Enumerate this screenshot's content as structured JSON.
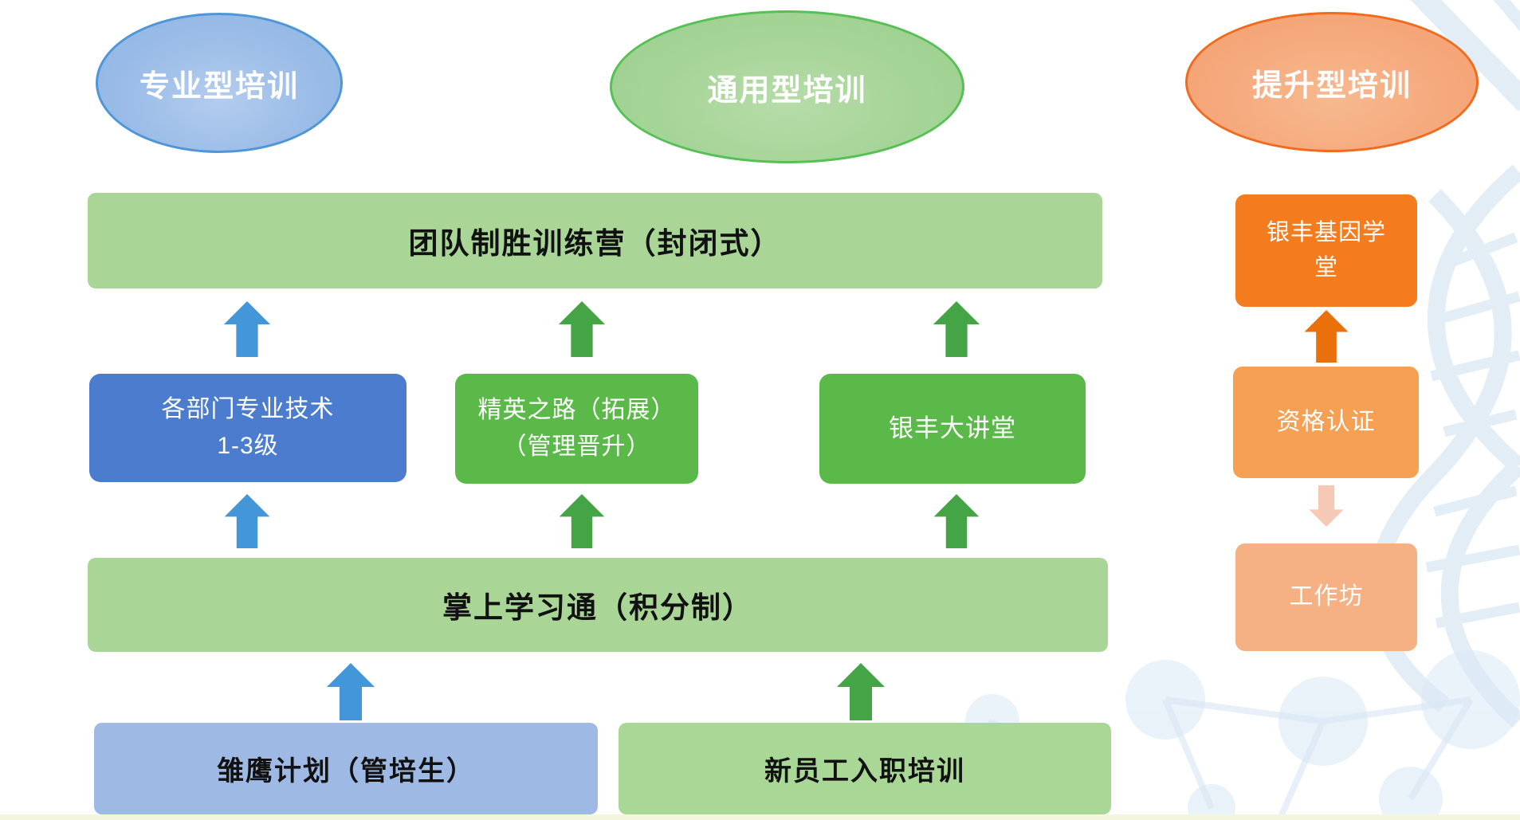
{
  "diagram": {
    "ellipses": [
      {
        "label": "专业型培训"
      },
      {
        "label": "通用型培训"
      },
      {
        "label": "提升型培训"
      }
    ],
    "bars": {
      "team_camp": "团队制胜训练营（封闭式）",
      "mobile_learning": "掌上学习通（积分制）"
    },
    "mid_boxes": {
      "dept_tech": {
        "line1": "各部门专业技术",
        "line2": "1-3级"
      },
      "elite_road": {
        "line1": "精英之路（拓展）",
        "line2": "（管理晋升）"
      },
      "lecture_hall": "银丰大讲堂"
    },
    "right_column": {
      "gene_school": "银丰基因学堂",
      "qualification": "资格认证",
      "workshop": "工作坊"
    },
    "bottom_boxes": {
      "eagle_plan": "雏鹰计划（管培生）",
      "onboarding": "新员工入职培训"
    },
    "colors": {
      "professional_blue": "#4B7CCE",
      "general_green": "#5BB94A",
      "improvement_orange": "#F47C1E",
      "light_green_bar": "#A9D696",
      "light_blue_box": "#9FB9E5",
      "arrow_blue": "#4396D8",
      "arrow_green": "#45A445",
      "arrow_dark_orange": "#E9700B",
      "arrow_pink": "#F6C9B6"
    }
  }
}
